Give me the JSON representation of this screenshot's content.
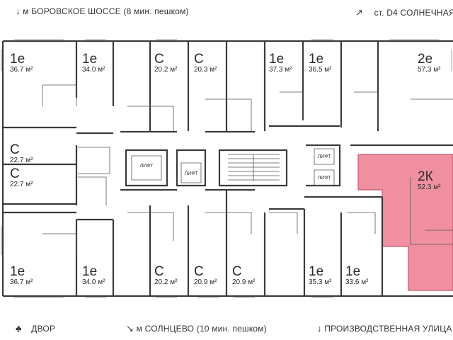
{
  "top": {
    "left": "м БОРОВСКОЕ ШОССЕ (8 мин. пешком)",
    "right": "ст. D4 СОЛНЕЧНАЯ"
  },
  "bottom": {
    "left": "ДВОР",
    "center": "м СОЛНЦЕВО (10 мин. пешком)",
    "right": "ПРОИЗВОДСТВЕННАЯ УЛИЦА"
  },
  "lift_label": "ЛИФТ",
  "colors": {
    "highlight": "#ef8fa0",
    "walls": "#3a3a3a"
  },
  "units": [
    {
      "type": "1е",
      "area": "36.7 м²"
    },
    {
      "type": "1е",
      "area": "34.0 м²"
    },
    {
      "type": "С",
      "area": "20.2 м²"
    },
    {
      "type": "С",
      "area": "20.3 м²"
    },
    {
      "type": "1е",
      "area": "37.3 м²"
    },
    {
      "type": "1е",
      "area": "36.5 м²"
    },
    {
      "type": "2е",
      "area": "57.3 м²"
    },
    {
      "type": "С",
      "area": "22.7 м²"
    },
    {
      "type": "С",
      "area": "22.7 м²"
    },
    {
      "type": "2К",
      "area": "52.3 м²"
    },
    {
      "type": "1е",
      "area": "36.7 м²"
    },
    {
      "type": "1е",
      "area": "34.0 м²"
    },
    {
      "type": "С",
      "area": "20.2 м²"
    },
    {
      "type": "С",
      "area": "20.9 м²"
    },
    {
      "type": "С",
      "area": "20.9 м²"
    },
    {
      "type": "1е",
      "area": "35.3 м²"
    },
    {
      "type": "1е",
      "area": "33.6 м²"
    }
  ]
}
